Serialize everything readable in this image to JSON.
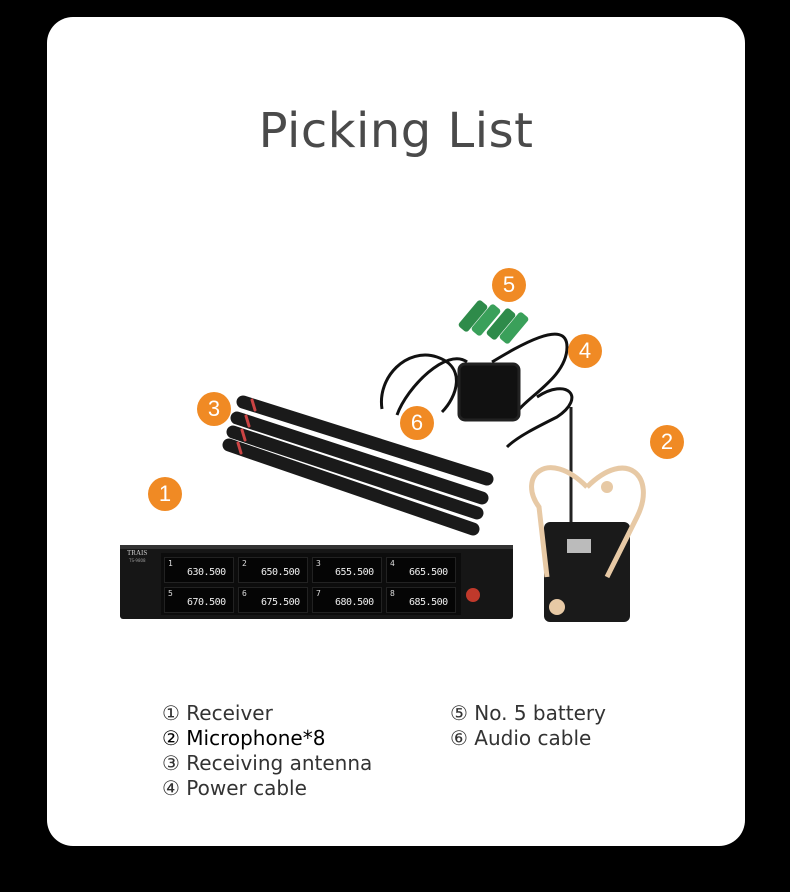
{
  "title": "Picking List",
  "markers": [
    "1",
    "2",
    "3",
    "4",
    "5",
    "6"
  ],
  "receiver": {
    "brand": "TRAIS",
    "model": "TS-9808",
    "channels": [
      {
        "n": "1",
        "freq": "630.500"
      },
      {
        "n": "2",
        "freq": "650.500"
      },
      {
        "n": "3",
        "freq": "655.500"
      },
      {
        "n": "4",
        "freq": "665.500"
      },
      {
        "n": "5",
        "freq": "670.500"
      },
      {
        "n": "6",
        "freq": "675.500"
      },
      {
        "n": "7",
        "freq": "680.500"
      },
      {
        "n": "8",
        "freq": "685.500"
      }
    ]
  },
  "items": [
    {
      "label": "① Receiver"
    },
    {
      "label": "② Microphone*8"
    },
    {
      "label": "③ Receiving antenna"
    },
    {
      "label": "④ Power cable"
    },
    {
      "label": "⑤ No. 5 battery"
    },
    {
      "label": "⑥ Audio cable"
    }
  ],
  "colors": {
    "accent": "#f08a24",
    "background": "#000000",
    "card": "#ffffff",
    "title": "#4a4a4a"
  }
}
